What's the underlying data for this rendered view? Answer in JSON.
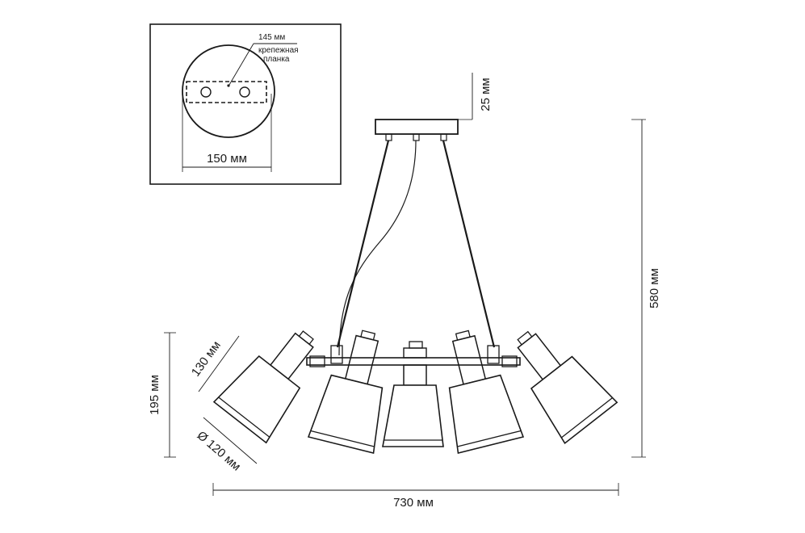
{
  "inset": {
    "width_label": "150 мм",
    "plate_label": "145 мм",
    "plate_caption_1": "крепежная",
    "plate_caption_2": "планка"
  },
  "dimensions": {
    "canopy_height": "25 мм",
    "total_height": "580 мм",
    "total_width": "730 мм",
    "shade_height": "195 мм",
    "shade_length": "130 мм",
    "shade_diameter": "Ø 120 мм"
  }
}
